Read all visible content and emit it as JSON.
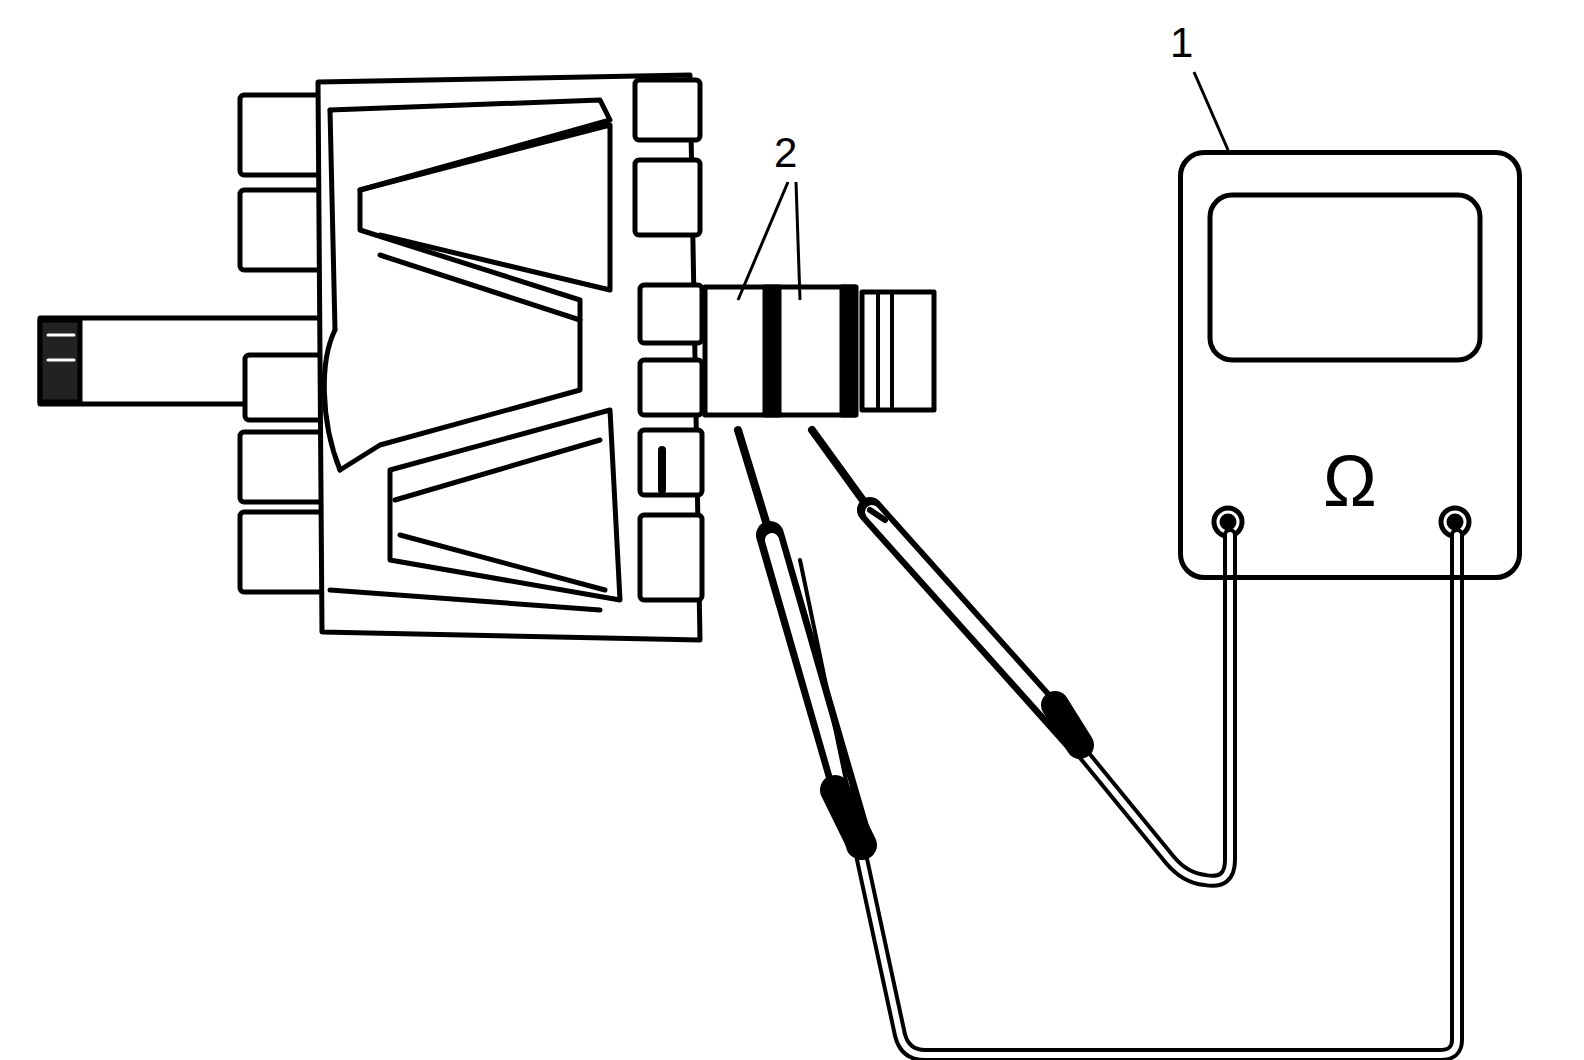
{
  "diagram": {
    "nodes": [
      {
        "text": [
          "Ω"
        ]
      }
    ],
    "labels": [
      "1",
      "2"
    ]
  }
}
